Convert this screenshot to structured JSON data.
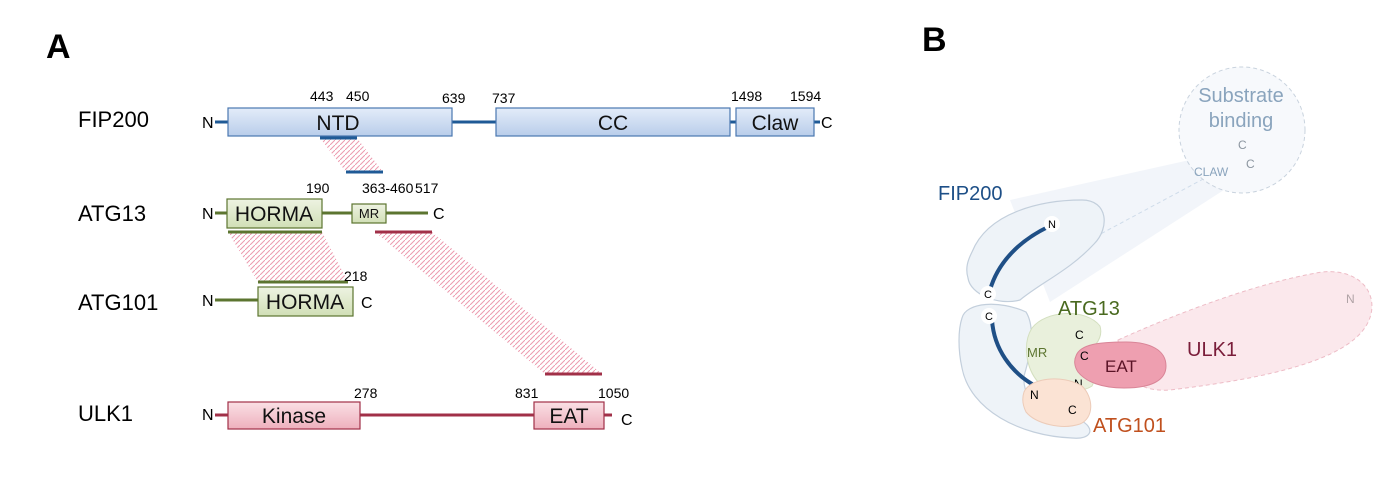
{
  "panel_a": {
    "letter": "A",
    "fip200": {
      "name": "FIP200",
      "n": "N",
      "c": "C",
      "domains": {
        "ntd": "NTD",
        "cc": "CC",
        "claw": "Claw"
      },
      "numbers": {
        "n443": "443",
        "n450": "450",
        "n639": "639",
        "n737": "737",
        "n1498": "1498",
        "n1594": "1594"
      }
    },
    "atg13": {
      "name": "ATG13",
      "n": "N",
      "c": "C",
      "domains": {
        "horma": "HORMA",
        "mr": "MR"
      },
      "numbers": {
        "n190": "190",
        "n363_460": "363-460",
        "n517": "517"
      }
    },
    "atg101": {
      "name": "ATG101",
      "n": "N",
      "c": "C",
      "domains": {
        "horma": "HORMA"
      },
      "numbers": {
        "n218": "218"
      }
    },
    "ulk1": {
      "name": "ULK1",
      "n": "N",
      "c": "C",
      "domains": {
        "kinase": "Kinase",
        "eat": "EAT"
      },
      "numbers": {
        "n278": "278",
        "n831": "831",
        "n1050": "1050"
      }
    }
  },
  "panel_b": {
    "letter": "B",
    "substrate_label_1": "Substrate",
    "substrate_label_2": "binding",
    "claw_label": "CLAW",
    "claw_c1": "C",
    "claw_c2": "C",
    "fip200_label": "FIP200",
    "fip_n": "N",
    "fip_c_upper": "C",
    "fip_c_lower": "C",
    "atg13_label": "ATG13",
    "atg13_c1": "C",
    "atg13_c2": "C",
    "atg13_mr": "MR",
    "atg13_n": "N",
    "ulk1_label": "ULK1",
    "ulk1_n": "N",
    "eat_label": "EAT",
    "atg101_label": "ATG101",
    "atg101_n": "N",
    "atg101_c": "C"
  },
  "colors": {
    "fip200_fill": "#c9d8ef",
    "fip200_line": "#1f5a96",
    "atg13_fill": "#dfe8cc",
    "atg13_line": "#5c7530",
    "ulk1_fill": "#f2c4cd",
    "ulk1_line": "#a13048",
    "hatch": "#ec9aae",
    "atg101_text": "#c0501e"
  }
}
